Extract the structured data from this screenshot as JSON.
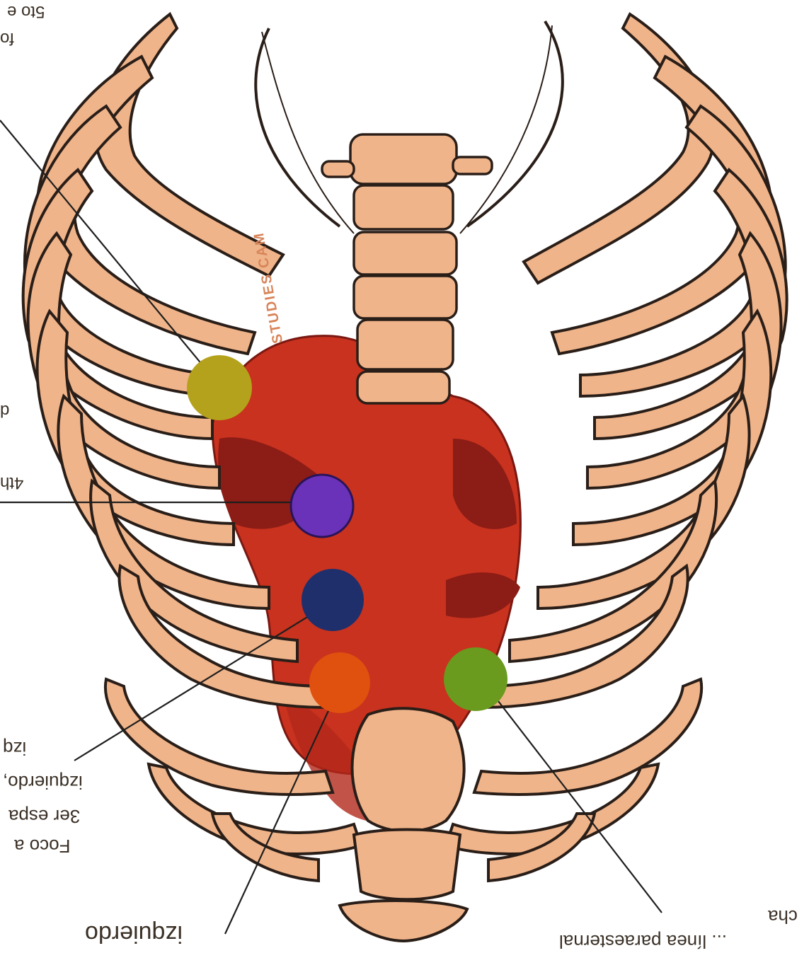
{
  "labels": {
    "top_left_line1": "5to e",
    "top_left_line2": "fo",
    "left_cut_d": "d",
    "left_cut_4th": "4th",
    "left_note_line1": "Foco a",
    "left_note_line2": "3er espa",
    "left_note_line3": "izquierdo,",
    "left_note_line4": "izq",
    "bottom_center": "izquierdo",
    "bottom_right_line1": "... línea paraesternal",
    "bottom_right_line2": "cha",
    "stamp": "STUDIES CAM"
  },
  "auscultation_points": [
    {
      "name": "aortic-focus",
      "color": "#b5a21c"
    },
    {
      "name": "tricuspid-focus",
      "color": "#6a32b8"
    },
    {
      "name": "accessory-aortic-focus",
      "color": "#1f2f6b"
    },
    {
      "name": "pulmonary-focus",
      "color": "#e0500e"
    },
    {
      "name": "mitral-focus",
      "color": "#6a9a1e"
    }
  ],
  "colors": {
    "bone": "#f0b48a",
    "bone_shadow": "#e59f72",
    "outline": "#2a1e18",
    "heart": "#c8321e",
    "heart_dark": "#8c1c16"
  }
}
